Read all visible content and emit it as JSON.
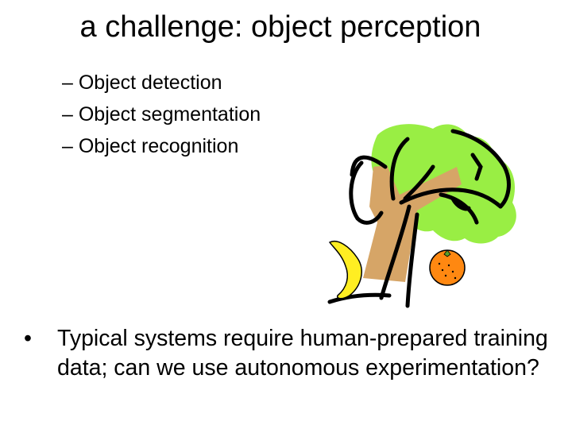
{
  "slide": {
    "title": "a challenge: object perception",
    "sub_items": [
      "– Object detection",
      "– Object segmentation",
      "– Object recognition"
    ],
    "bullet_symbol": "•",
    "bullet_text": "Typical systems require human-prepared training data; can we use autonomous experimentation?"
  },
  "clipart": {
    "foliage_color": "#99ee44",
    "trunk_color": "#d6a567",
    "banana_color": "#ffee22",
    "orange_color": "#ff8811",
    "outline_color": "#000000"
  }
}
